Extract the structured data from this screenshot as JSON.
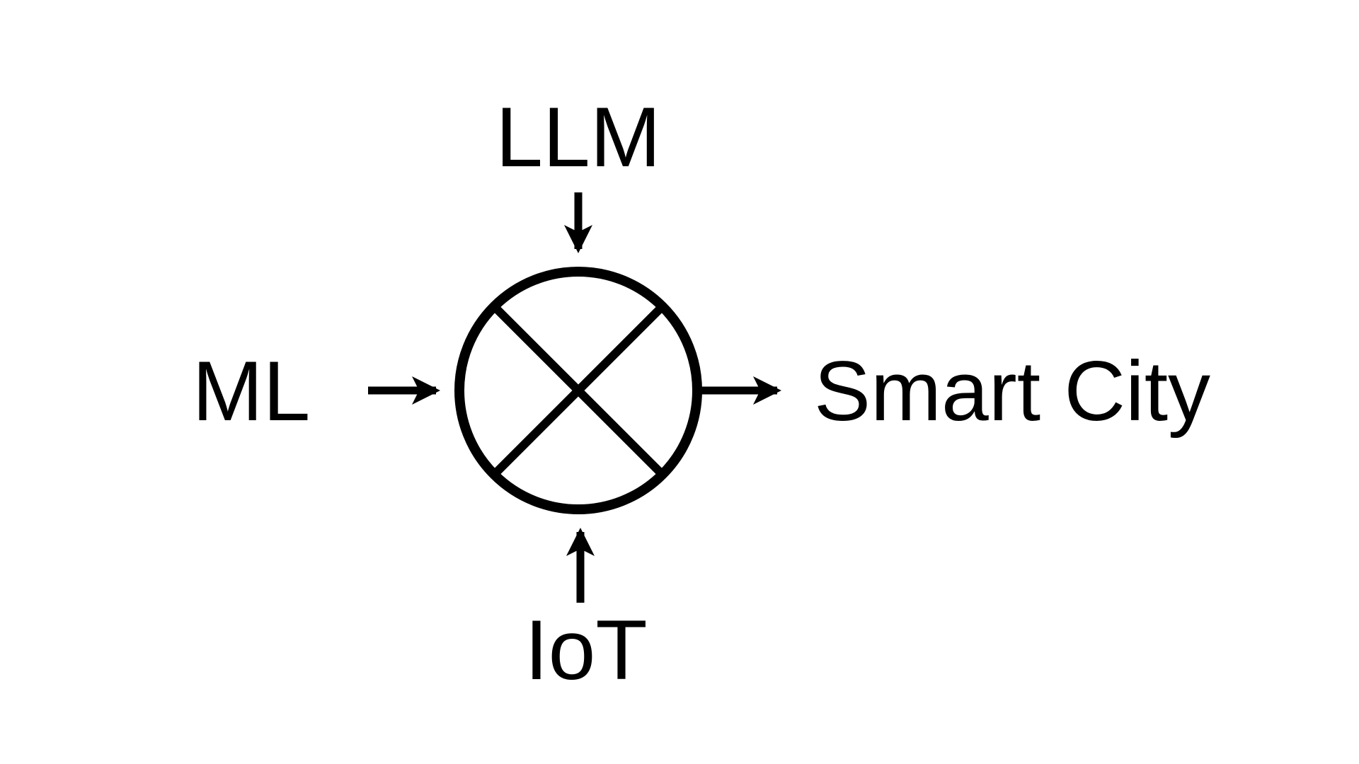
{
  "diagram": {
    "inputs": {
      "top_label": "LLM",
      "left_label": "ML",
      "bottom_label": "IoT"
    },
    "output_label": "Smart City",
    "node": {
      "symbol": "circle-with-x-fusion-operator"
    },
    "colors": {
      "stroke": "#000000",
      "background": "#ffffff"
    }
  }
}
